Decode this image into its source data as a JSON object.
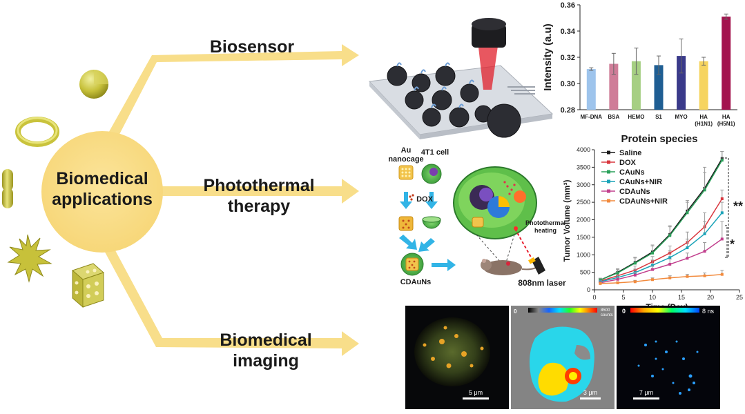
{
  "hub": {
    "line1": "Biomedical",
    "line2": "applications"
  },
  "branches": {
    "biosensor": "Biosensor",
    "photothermal_line1": "Photothermal",
    "photothermal_line2": "therapy",
    "imaging_line1": "Biomedical",
    "imaging_line2": "imaging"
  },
  "therapy_schematic": {
    "au_nanocage_line1": "Au",
    "au_nanocage_line2": "nanocage",
    "cell_label": "4T1 cell",
    "dox_label": "DOX",
    "product_label": "CDAuNs",
    "heating_line1": "Photothermal",
    "heating_line2": "heating",
    "laser_label": "808nm laser"
  },
  "imaging_panels": [
    {
      "scale": "5 μm",
      "colorbar_min": "",
      "colorbar_max": ""
    },
    {
      "scale": "3 μm",
      "colorbar_min": "0",
      "colorbar_max": "8500",
      "colorbar_unit": "counts"
    },
    {
      "scale": "7 μm",
      "colorbar_min": "0",
      "colorbar_max": "8 ns"
    }
  ],
  "chart_data": [
    {
      "type": "bar",
      "title": "",
      "xlabel": "Protein species",
      "ylabel": "Intensity (a.u)",
      "ylim": [
        0.28,
        0.36
      ],
      "yticks": [
        "0.28",
        "0.30",
        "0.32",
        "0.34",
        "0.36"
      ],
      "categories": [
        "MF-DNA",
        "BSA",
        "HEMO",
        "S1",
        "MYO",
        "HA (H1N1)",
        "HA (H5N1)"
      ],
      "category_lines": [
        [
          "MF-DNA"
        ],
        [
          "BSA"
        ],
        [
          "HEMO"
        ],
        [
          "S1"
        ],
        [
          "MYO"
        ],
        [
          "HA",
          "(H1N1)"
        ],
        [
          "HA",
          "(H5N1)"
        ]
      ],
      "values": [
        0.311,
        0.315,
        0.317,
        0.314,
        0.321,
        0.317,
        0.351
      ],
      "errors": [
        0.001,
        0.008,
        0.01,
        0.007,
        0.013,
        0.003,
        0.002
      ],
      "colors": [
        "#9ec4ec",
        "#cf7d98",
        "#a6cf83",
        "#1f5e93",
        "#3a3a8a",
        "#f6d460",
        "#a3124e"
      ],
      "grid": false
    },
    {
      "type": "line",
      "title": "",
      "xlabel": "Time (Day)",
      "ylabel": "Tumor Volume (mm³)",
      "xlim": [
        0,
        25
      ],
      "ylim": [
        0,
        4000
      ],
      "xticks": [
        0,
        5,
        10,
        15,
        20,
        25
      ],
      "yticks": [
        0,
        500,
        1000,
        1500,
        2000,
        2500,
        3000,
        3500,
        4000
      ],
      "x": [
        1,
        4,
        7,
        10,
        13,
        16,
        19,
        22
      ],
      "legend_position": "top-left",
      "annotations": [
        "**",
        "*"
      ],
      "series": [
        {
          "name": "Saline",
          "color": "#1a1a1a",
          "values": [
            280,
            500,
            780,
            1080,
            1580,
            2250,
            2900,
            3750
          ],
          "err": [
            50,
            100,
            150,
            200,
            250,
            300,
            600,
            200
          ]
        },
        {
          "name": "DOX",
          "color": "#d9363e",
          "values": [
            250,
            400,
            560,
            800,
            1050,
            1350,
            1800,
            2600
          ],
          "err": [
            40,
            80,
            120,
            150,
            200,
            300,
            400,
            250
          ]
        },
        {
          "name": "CAuNs",
          "color": "#2aa05a",
          "values": [
            280,
            480,
            760,
            1050,
            1550,
            2200,
            2850,
            3700
          ],
          "err": [
            50,
            100,
            150,
            200,
            250,
            300,
            500,
            250
          ]
        },
        {
          "name": "CAuNs+NIR",
          "color": "#1aa3b8",
          "values": [
            230,
            350,
            490,
            700,
            920,
            1200,
            1600,
            2200
          ],
          "err": [
            40,
            70,
            100,
            150,
            200,
            250,
            350,
            300
          ]
        },
        {
          "name": "CDAuNs",
          "color": "#c2408e",
          "values": [
            200,
            300,
            420,
            580,
            730,
            900,
            1100,
            1450
          ],
          "err": [
            30,
            60,
            80,
            100,
            150,
            150,
            250,
            500
          ]
        },
        {
          "name": "CDAuNs+NIR",
          "color": "#f28a3c",
          "values": [
            180,
            200,
            230,
            290,
            340,
            380,
            400,
            440
          ],
          "err": [
            30,
            30,
            40,
            50,
            60,
            60,
            80,
            120
          ]
        }
      ]
    }
  ]
}
